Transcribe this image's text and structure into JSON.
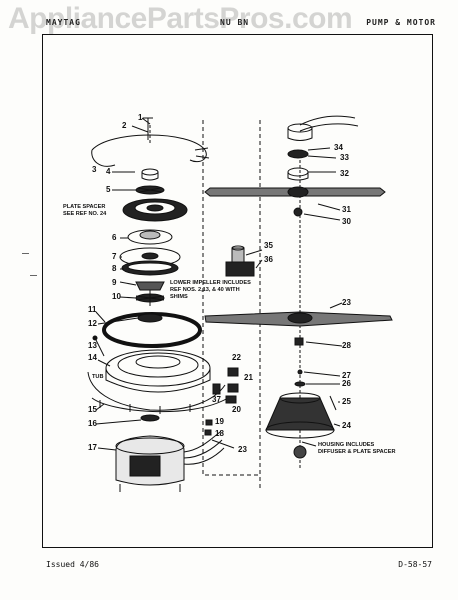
{
  "watermark": "AppliancePartsPros.com",
  "header": {
    "left": "MAYTAG",
    "middle": "NU BN",
    "right": "PUMP & MOTOR"
  },
  "footer": {
    "issued": "Issued 4/86",
    "page_number": "D-58-57"
  },
  "notes": {
    "plate_spacer": [
      "PLATE SPACER",
      "SEE REF NO. 24"
    ],
    "lower_impeller": [
      "LOWER IMPELLER INCLUDES",
      "REF NOS. 2,13, & 40 WITH",
      "SHIMS"
    ],
    "housing": [
      "HOUSING INCLUDES",
      "DIFFUSER & PLATE SPACER"
    ],
    "tub": "TUB"
  },
  "callouts": [
    "1",
    "2",
    "3",
    "4",
    "5",
    "6",
    "7",
    "8",
    "9",
    "10",
    "11",
    "12",
    "13",
    "14",
    "15",
    "16",
    "17",
    "18",
    "19",
    "20",
    "21",
    "22",
    "23",
    "23",
    "24",
    "25",
    "26",
    "27",
    "28",
    "30",
    "31",
    "32",
    "33",
    "34",
    "35",
    "36",
    "37"
  ]
}
